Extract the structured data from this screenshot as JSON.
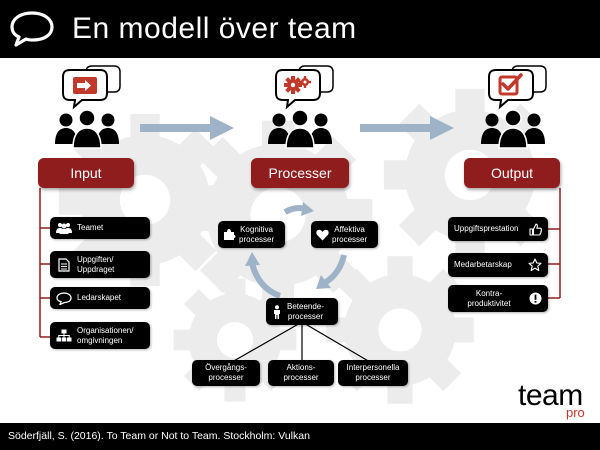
{
  "header": {
    "title": "En modell över team",
    "icon": "speech-bubble-icon"
  },
  "colors": {
    "stage_fill": "#8f1d1d",
    "box_fill": "#000000",
    "arrow": "#9fb3c8",
    "gear": "#ececec",
    "accent": "#c0392b"
  },
  "stages": {
    "input": {
      "label": "Input",
      "bubble_icon": "enter-icon"
    },
    "process": {
      "label": "Processer",
      "bubble_icon": "gears-icon"
    },
    "output": {
      "label": "Output",
      "bubble_icon": "checkbox-icon"
    }
  },
  "input_items": [
    {
      "text": "Teamet",
      "icon": "people-icon"
    },
    {
      "text": "Uppgiften/\nUppdraget",
      "icon": "document-icon"
    },
    {
      "text": "Ledarskapet",
      "icon": "speech-bubble-icon"
    },
    {
      "text": "Organisationen/\nomgivningen",
      "icon": "org-chart-icon"
    }
  ],
  "process_cycle": {
    "cognitive": {
      "text": "Kognitiva\nprocesser",
      "icon": "puzzle-icon"
    },
    "affective": {
      "text": "Affektiva\nprocesser",
      "icon": "heart-icon"
    },
    "behavioral": {
      "text": "Beteende-\nprocesser",
      "icon": "person-icon"
    }
  },
  "behavior_types": [
    {
      "text": "Övergångs-\nprocesser"
    },
    {
      "text": "Aktions-\nprocesser"
    },
    {
      "text": "Interpersonella\nprocesser"
    }
  ],
  "output_items": [
    {
      "text": "Uppgiftsprestation",
      "icon": "thumbs-up-icon"
    },
    {
      "text": "Medarbetarskap",
      "icon": "star-icon"
    },
    {
      "text": "Kontra-\nproduktivitet",
      "icon": "exclamation-icon"
    }
  ],
  "logo": {
    "word": "team",
    "suffix": "pro"
  },
  "footer": {
    "citation": "Söderfjäll, S. (2016). To Team or Not to Team.  Stockholm: Vulkan"
  }
}
